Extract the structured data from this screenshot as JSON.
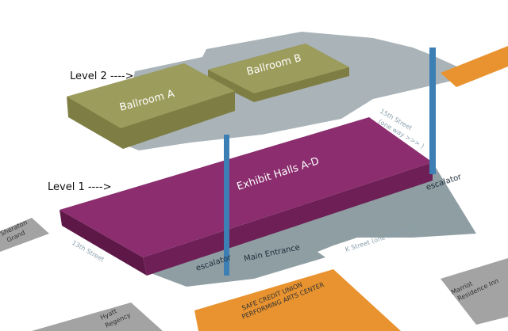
{
  "levels": {
    "level2": "Level 2  ---->",
    "level1": "Level 1  ---->"
  },
  "rooms": {
    "ballroom_a": "Ballroom A",
    "ballroom_b": "Ballroom B",
    "exhibit": "Exhibit Halls A-D"
  },
  "escalators": {
    "left": "escalator",
    "right": "escalator"
  },
  "entrance": "Main Entrance",
  "streets": {
    "fifteenth": "15th Street",
    "fifteenth_note": "(one way >>> )",
    "k": "K Street   (one way >>>)",
    "thirteenth": "13th Street"
  },
  "buildings": {
    "sheraton": [
      "Sheraton",
      "Grand"
    ],
    "hyatt": [
      "Hyatt",
      "Regency"
    ],
    "marriot": [
      "Marriot",
      "Residence Inn"
    ],
    "safe_credit": [
      "SAFE CREDIT UNION",
      "PERFORMING ARTS CENTER"
    ]
  },
  "colors": {
    "exhibit": "#8b2d6e",
    "ballroom": "#9c9c5c",
    "escalator": "#3b7fb4",
    "floor": "#8f9ea3",
    "orange": "#e8932f",
    "building": "#a3a3a3"
  }
}
